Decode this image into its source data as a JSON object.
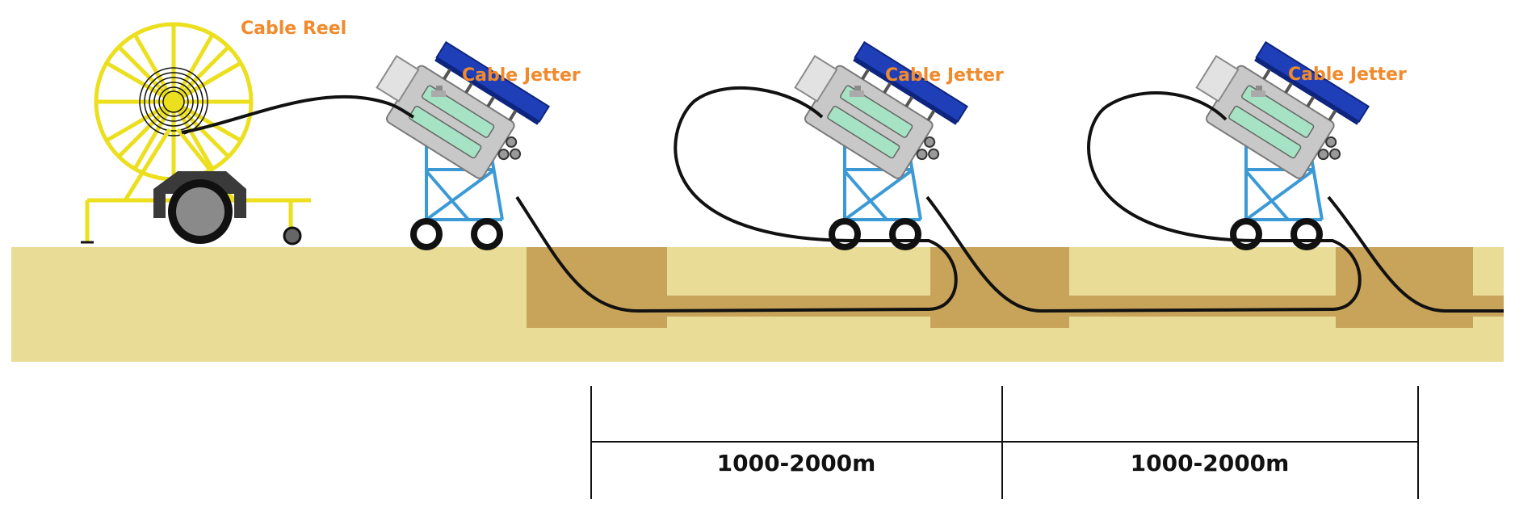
{
  "labels": {
    "reel": "Cable Reel",
    "jetter_1": "Cable Jetter",
    "jetter_2": "Cable Jetter",
    "jetter_3": "Cable Jetter"
  },
  "distances": {
    "segment_1": "1000-2000m",
    "segment_2": "1000-2000m"
  },
  "colors": {
    "ground": "#e9dc97",
    "trench": "#c8a45a",
    "label": "#f08a2c",
    "reel": "#ecdf1e",
    "jetter_frame": "#3b9ad6",
    "jetter_cover": "#1f3fb8",
    "cable": "#111111"
  }
}
